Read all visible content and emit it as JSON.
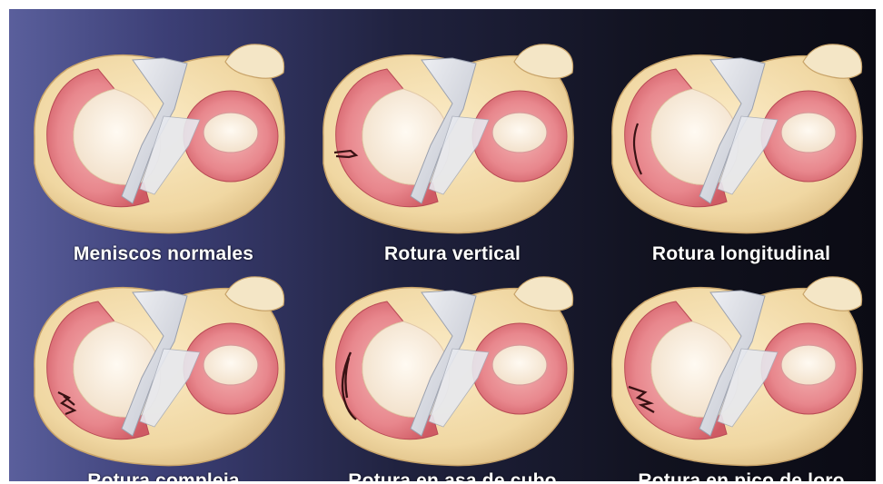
{
  "figure": {
    "panels": [
      {
        "caption": "Meniscos normales",
        "tear": "none"
      },
      {
        "caption": "Rotura vertical",
        "tear": "vertical"
      },
      {
        "caption": "Rotura longitudinal",
        "tear": "longitudinal"
      },
      {
        "caption": "Rotura compleja",
        "tear": "complex"
      },
      {
        "caption": "Rotura en asa de cubo",
        "tear": "bucket-handle"
      },
      {
        "caption": "Rotura en pico de loro",
        "tear": "parrot-beak"
      }
    ],
    "colors": {
      "bone": "#f2ddb0",
      "meniscus": "#e2767d",
      "cartilage": "#f8ece0",
      "ligament": "#d8dbe3",
      "tear": "#3a1214"
    }
  }
}
